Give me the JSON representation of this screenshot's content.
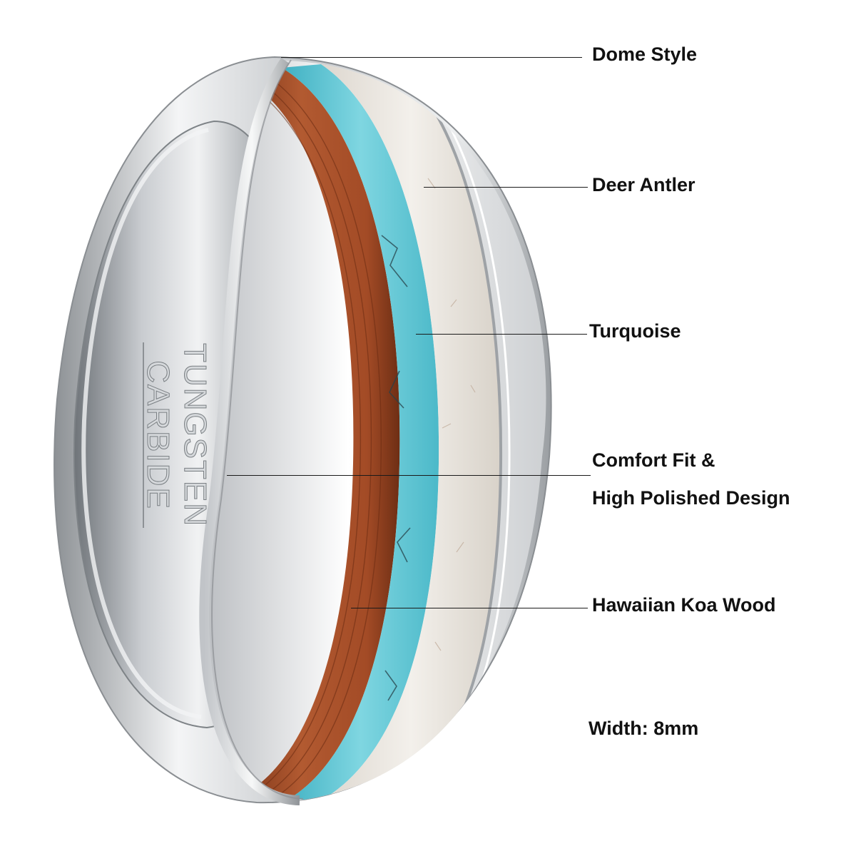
{
  "engraving": {
    "line1": "TUNGSTEN",
    "line2": "CARBIDE"
  },
  "callouts": {
    "dome_style": "Dome Style",
    "deer_antler": "Deer Antler",
    "turquoise": "Turquoise",
    "comfort_fit_line1": "Comfort Fit &",
    "comfort_fit_line2": "High Polished Design",
    "koa_wood": "Hawaiian Koa Wood",
    "width": "Width: 8mm"
  },
  "colors": {
    "background": "#ffffff",
    "tungsten": "#d9dbdd",
    "koa_wood": "#a9502c",
    "turquoise": "#5fc4d2",
    "deer_antler": "#e9e5df",
    "label_text": "#111111"
  }
}
